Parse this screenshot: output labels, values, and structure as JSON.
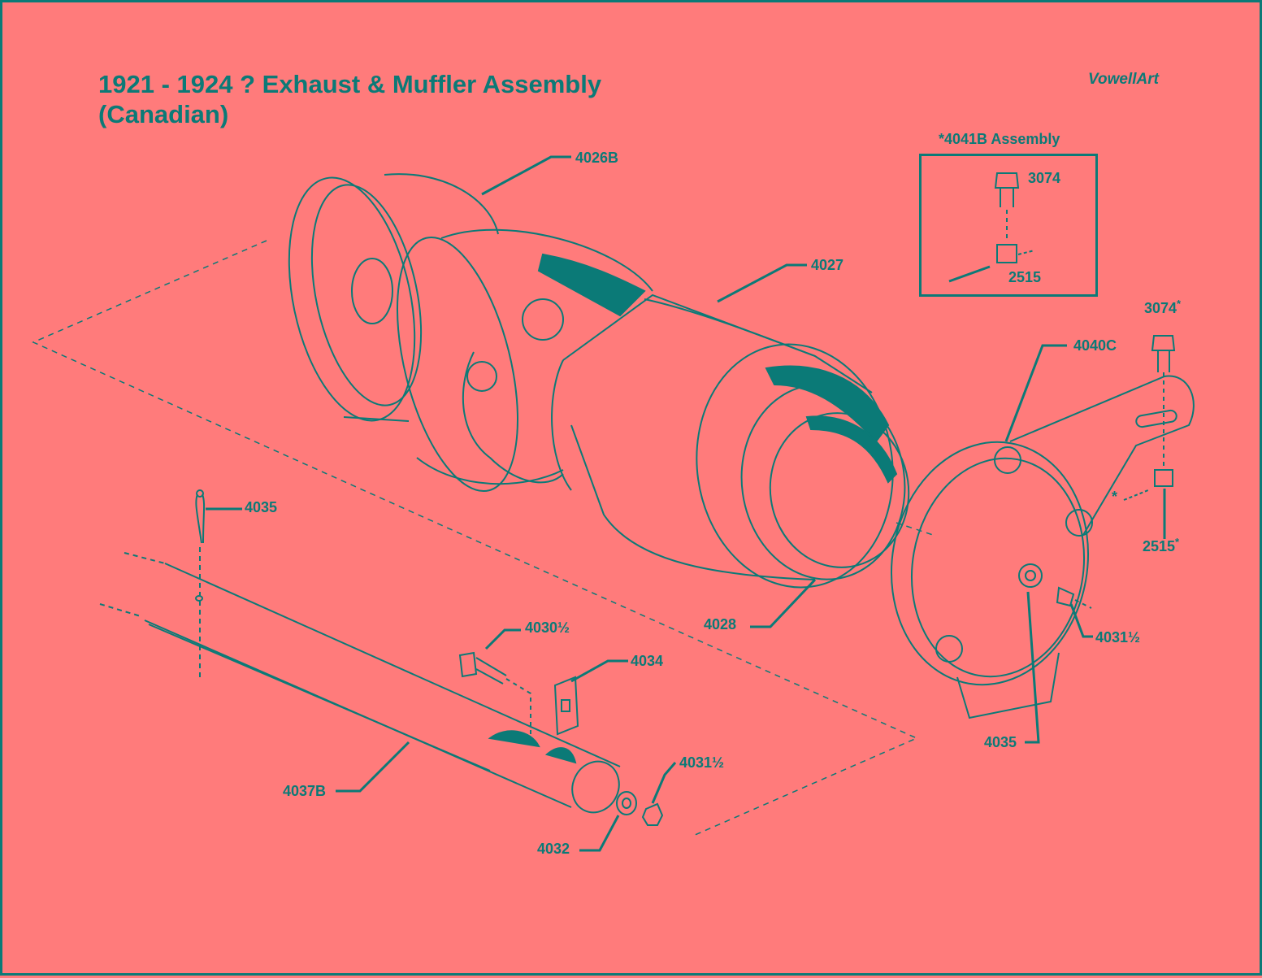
{
  "title": {
    "line1": "1921 - 1924 ? Exhaust & Muffler Assembly",
    "line2": "(Canadian)"
  },
  "brand": "VowellArt",
  "inset": {
    "title": "*4041B Assembly",
    "labels": {
      "bolt": "3074",
      "nut": "2515"
    }
  },
  "callouts": {
    "4026B": "4026B",
    "4027": "4027",
    "4028": "4028",
    "4035_top": "4035",
    "4030_5": "4030½",
    "4034": "4034",
    "4031_5_bottom": "4031½",
    "4037B": "4037B",
    "4032": "4032",
    "3074_star": "3074",
    "4040C": "4040C",
    "2515_star": "2515",
    "4031_5_right": "4031½",
    "4035_bottom": "4035",
    "star": "*"
  },
  "colors": {
    "background": "#ff7b7b",
    "ink": "#0b7a77"
  }
}
